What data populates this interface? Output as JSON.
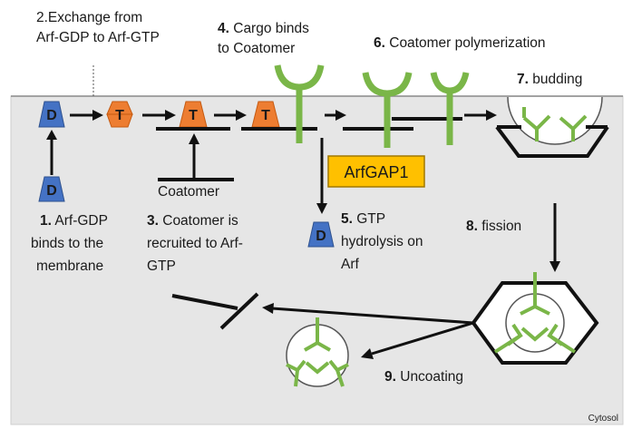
{
  "colors": {
    "background_cytosol": "#e6e6e6",
    "arf_gdp": "#4472c4",
    "arf_gtp": "#ed7d31",
    "arfgap": "#ffc000",
    "coatomer": "#7ab648",
    "membrane_line": "#888888"
  },
  "steps": {
    "s1": {
      "num": "1.",
      "line1": " Arf-GDP",
      "line2": "binds to the",
      "line3": "membrane"
    },
    "s2": {
      "line1": "2.Exchange from",
      "line2": "Arf-GDP to Arf-GTP"
    },
    "s3": {
      "num": "3.",
      "line1": " Coatomer is",
      "line2": "recruited to Arf-",
      "line3": "GTP"
    },
    "s4": {
      "num": "4.",
      "line1": " Cargo binds",
      "line2": "to Coatomer"
    },
    "s5": {
      "num": "5.",
      "line1": " GTP",
      "line2": "hydrolysis on",
      "line3": "Arf"
    },
    "s6": {
      "num": "6.",
      "line1": " Coatomer polymerization"
    },
    "s7": {
      "num": "7.",
      "line1": " budding"
    },
    "s8": {
      "num": "8.",
      "line1": " fission"
    },
    "s9": {
      "num": "9.",
      "line1": " Uncoating"
    }
  },
  "labels": {
    "coatomer": "Coatomer",
    "arfgap1": "ArfGAP1",
    "cytosol": "Cytosol",
    "gdp_glyph": "D",
    "gtp_glyph": "T"
  }
}
